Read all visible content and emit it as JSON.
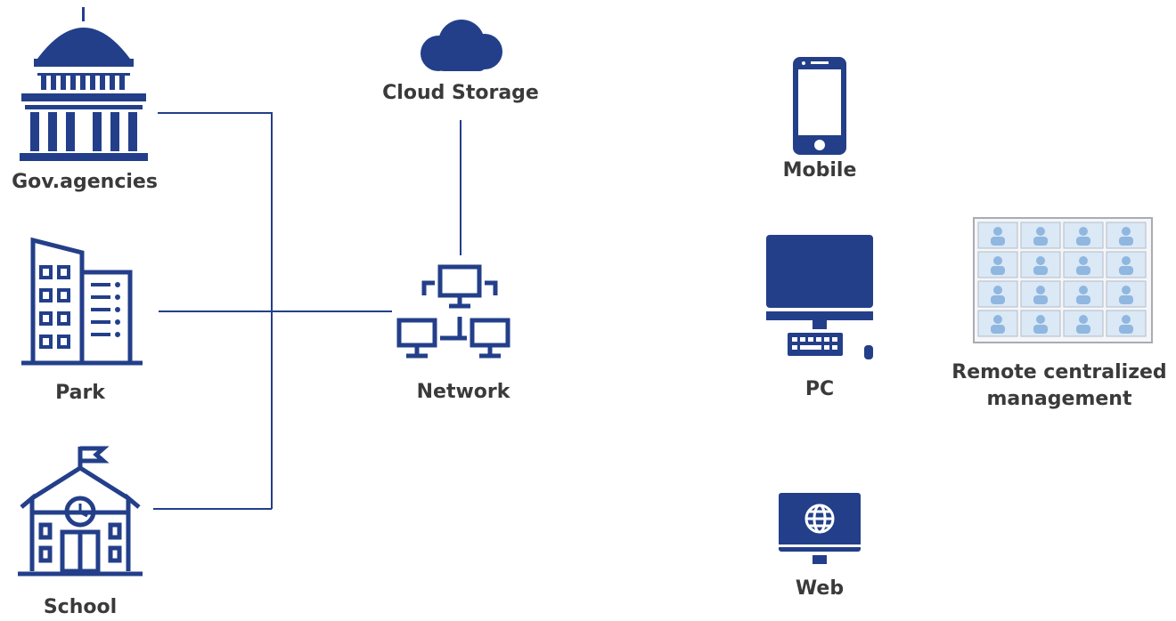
{
  "colors": {
    "icon": "#233f8a",
    "line": "#233f8a",
    "text": "#3a3a3a",
    "video_tile": "#8fb7e0"
  },
  "nodes": {
    "gov": {
      "label": "Gov.agencies",
      "icon": "capitol-building-icon"
    },
    "park": {
      "label": "Park",
      "icon": "office-building-icon"
    },
    "school": {
      "label": "School",
      "icon": "school-building-icon"
    },
    "cloud": {
      "label": "Cloud Storage",
      "icon": "cloud-icon"
    },
    "network": {
      "label": "Network",
      "icon": "network-computers-icon"
    },
    "mobile": {
      "label": "Mobile",
      "icon": "smartphone-icon"
    },
    "pc": {
      "label": "PC",
      "icon": "desktop-computer-icon"
    },
    "web": {
      "label": "Web",
      "icon": "web-monitor-icon"
    },
    "remote": {
      "label_line1": "Remote centralized",
      "label_line2": "management",
      "icon": "video-wall-icon"
    }
  }
}
